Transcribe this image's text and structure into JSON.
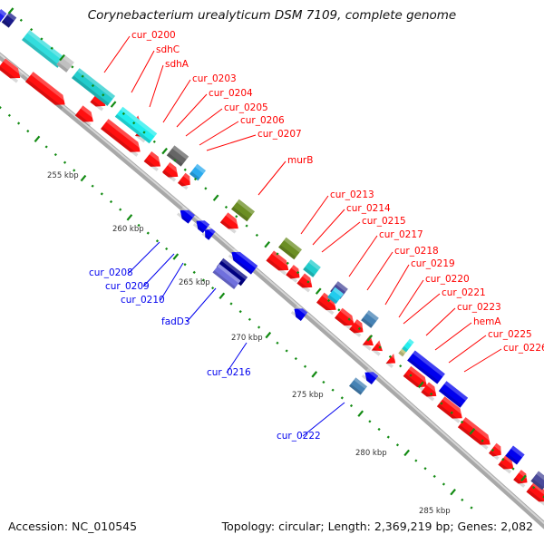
{
  "header": {
    "title": "Corynebacterium urealyticum DSM 7109, complete genome"
  },
  "footer": {
    "accession": "Accession: NC_010545",
    "summary": "Topology: circular; Length: 2,369,219 bp; Genes: 2,082"
  },
  "colors": {
    "cds": "#ff0000",
    "forward_label": "#ff0000",
    "reverse_label": "#0000ee",
    "reverse_cds": "#0000ff",
    "tick": "#138b13",
    "backbone": "#9a9a9a"
  },
  "ticks": [
    "255 kbp",
    "260 kbp",
    "265 kbp",
    "270 kbp",
    "275 kbp",
    "280 kbp",
    "285 kbp"
  ],
  "forward_labels": [
    "cur_0200",
    "sdhC",
    "sdhA",
    "cur_0203",
    "cur_0204",
    "cur_0205",
    "cur_0206",
    "cur_0207",
    "murB",
    "cur_0213",
    "cur_0214",
    "cur_0215",
    "cur_0217",
    "cur_0218",
    "cur_0219",
    "cur_0220",
    "cur_0221",
    "cur_0223",
    "hemA",
    "cur_0225",
    "cur_0226"
  ],
  "reverse_labels": [
    "cur_0208",
    "cur_0209",
    "cur_0210",
    "fadD3",
    "cur_0216",
    "cur_0222"
  ]
}
